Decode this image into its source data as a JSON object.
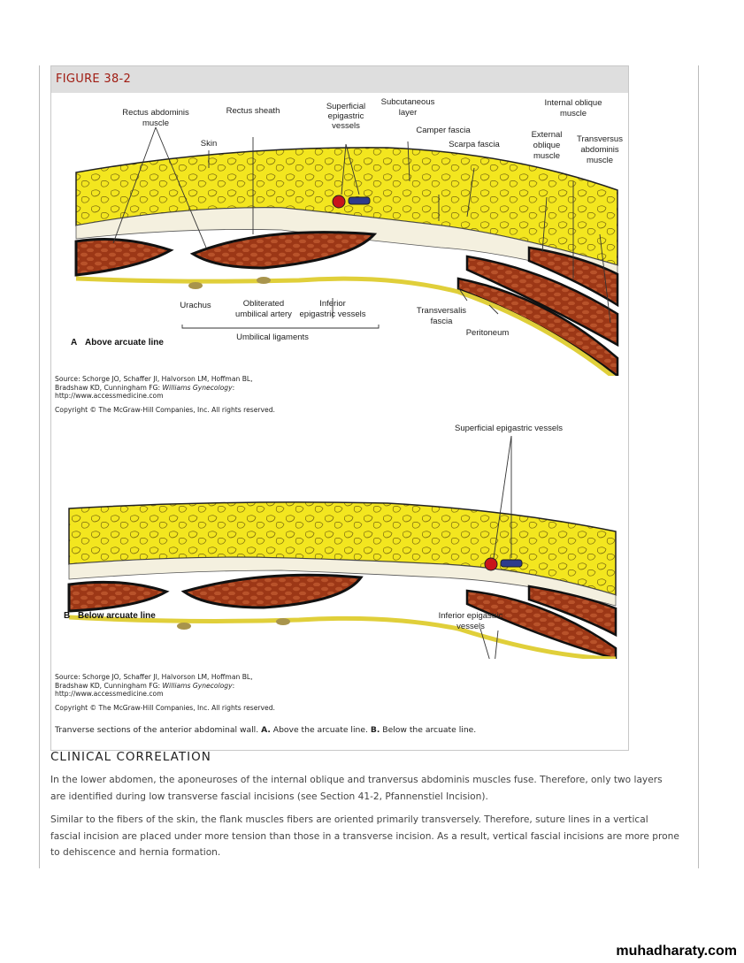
{
  "figure": {
    "title": "FIGURE 38-2",
    "panel_a": {
      "letter": "A",
      "title": "Above arcuate line",
      "labels": {
        "rectus_abdominis_1": "Rectus abdominis",
        "rectus_abdominis_2": "muscle",
        "rectus_sheath": "Rectus sheath",
        "skin": "Skin",
        "sup_epi_1": "Superficial",
        "sup_epi_2": "epigastric",
        "sup_epi_3": "vessels",
        "subcut_1": "Subcutaneous",
        "subcut_2": "layer",
        "camper": "Camper fascia",
        "scarpa": "Scarpa fascia",
        "int_oblique_1": "Internal oblique",
        "int_oblique_2": "muscle",
        "ext_oblique_1": "External",
        "ext_oblique_2": "oblique",
        "ext_oblique_3": "muscle",
        "transversus_1": "Transversus",
        "transversus_2": "abdominis",
        "transversus_3": "muscle",
        "urachus": "Urachus",
        "obliterated_1": "Obliterated",
        "obliterated_2": "umbilical artery",
        "inferior_1": "Inferior",
        "inferior_2": "epigastric vessels",
        "transversalis_1": "Transversalis",
        "transversalis_2": "fascia",
        "peritoneum": "Peritoneum",
        "umbilical_ligaments": "Umbilical ligaments"
      }
    },
    "source_a": {
      "line1": "Source: Schorge JO, Schaffer JI, Halvorson LM, Hoffman BL,",
      "line2_prefix": "Bradshaw KD, Cunningham FG: ",
      "line2_italic": "Williams Gynecology",
      "line2_suffix": ":",
      "line3": "http://www.accessmedicine.com",
      "copyright": "Copyright © The McGraw-Hill Companies, Inc. All rights reserved."
    },
    "panel_b": {
      "letter": "B",
      "title": "Below arcuate line",
      "labels": {
        "sup_epi": "Superficial epigastric vessels",
        "inferior_1": "Inferior epigastric",
        "inferior_2": "vessels"
      }
    },
    "source_b": {
      "line1": "Source: Schorge JO, Schaffer JI, Halvorson LM, Hoffman BL,",
      "line2_prefix": "Bradshaw KD, Cunningham FG: ",
      "line2_italic": "Williams Gynecology",
      "line2_suffix": ":",
      "line3": "http://www.accessmedicine.com",
      "copyright": "Copyright © The McGraw-Hill Companies, Inc. All rights reserved."
    },
    "caption": {
      "text1": "Tranverse sections of the anterior abdominal wall. ",
      "bold_a": "A.",
      "text2": " Above the arcuate line. ",
      "bold_b": "B.",
      "text3": " Below the arcuate line."
    }
  },
  "clinical": {
    "heading": "CLINICAL CORRELATION",
    "para1": "In the lower abdomen, the aponeuroses of the internal oblique and tranversus abdominis muscles fuse. Therefore, only two layers are identified during low transverse fascial incisions (see Section 41-2, Pfannenstiel Incision).",
    "para2": "Similar to the fibers of the skin, the flank muscles fibers are oriented primarily transversely. Therefore, suture lines in a vertical fascial incision are placed under more tension than those in a transverse incision. As a result, vertical fascial incisions are more prone to dehiscence and hernia formation."
  },
  "watermark": "muhadharaty.com",
  "colors": {
    "fat": "#f3e61f",
    "muscle": "#9c3716",
    "fascia": "#f4f0df",
    "title_red": "#a01c12"
  }
}
